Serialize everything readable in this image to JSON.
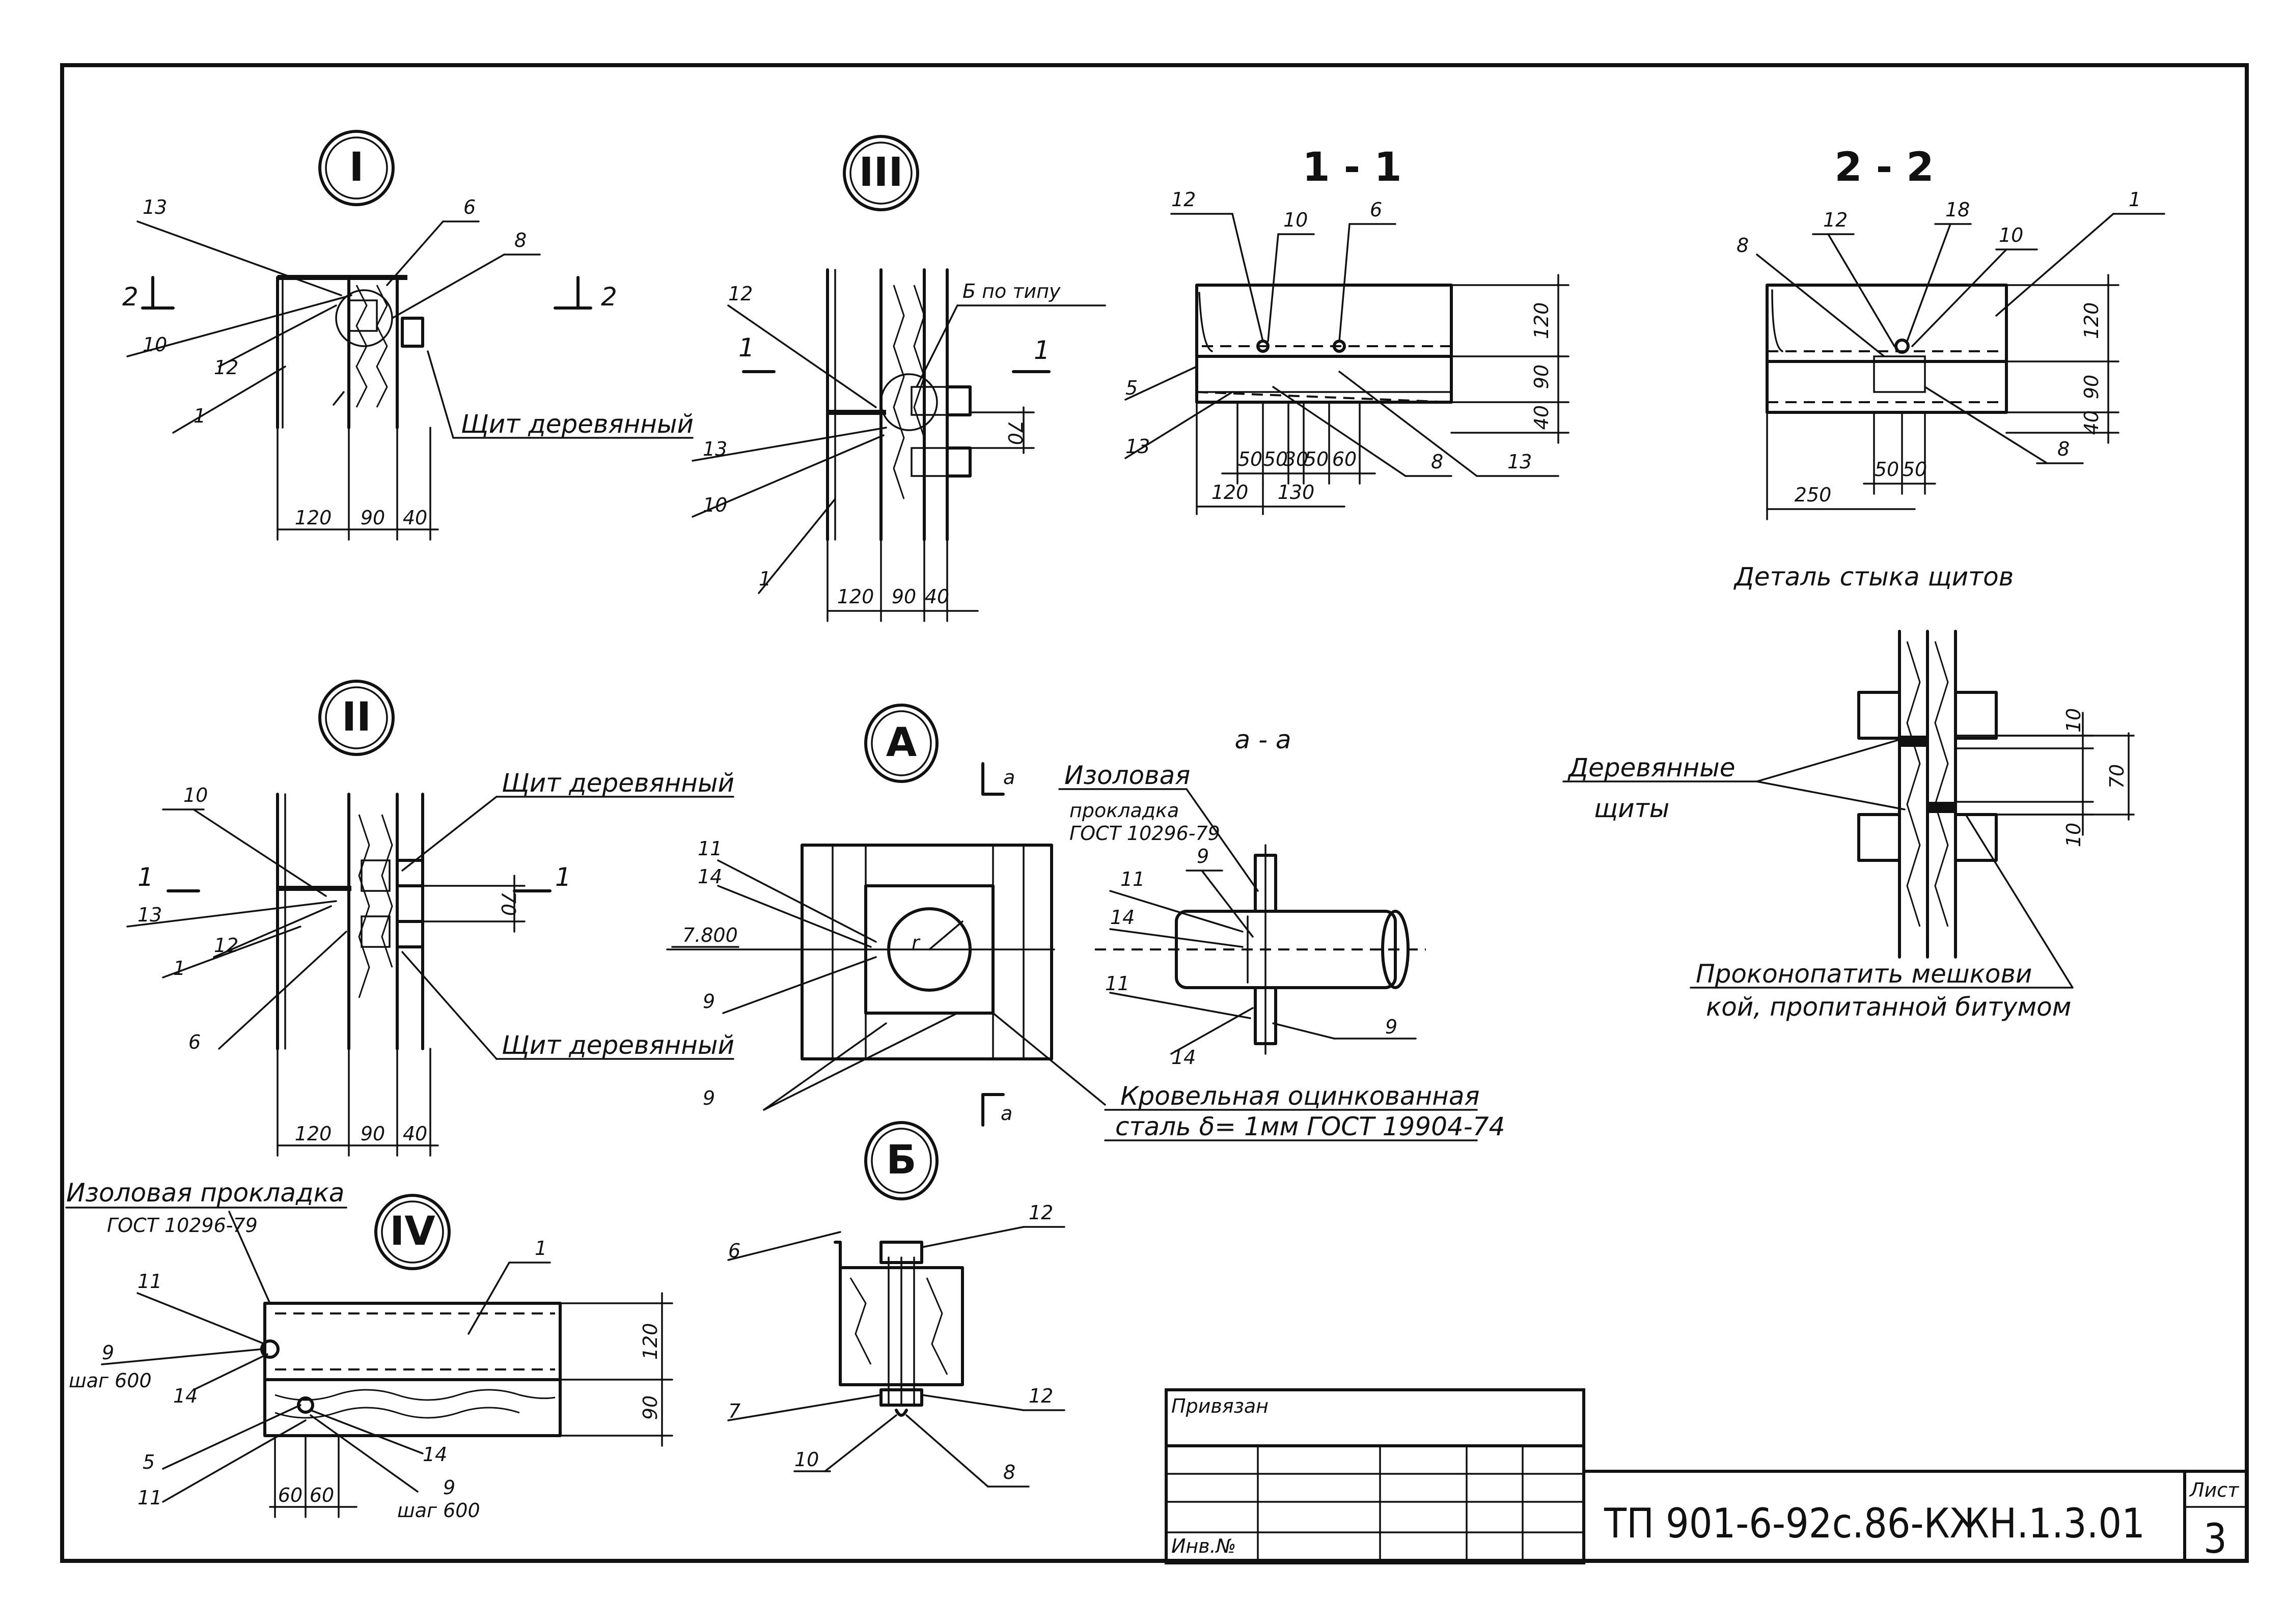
{
  "sheet": {
    "code": "ТП 901-6-92с.86-КЖН.1.3.01",
    "sheet_label": "Лист",
    "sheet_number": "3"
  },
  "title_block": {
    "linked": "Привязан",
    "inv": "Инв.№"
  },
  "views": {
    "I": {
      "label": "I",
      "dims": [
        "120",
        "90",
        "40"
      ],
      "callouts": [
        "13",
        "6",
        "8",
        "10",
        "12",
        "1"
      ],
      "section_marks": [
        "2",
        "2"
      ],
      "note": "Щит деревянный"
    },
    "III": {
      "label": "III",
      "dims": [
        "120",
        "90",
        "40"
      ],
      "callouts": [
        "12",
        "13",
        "10",
        "1"
      ],
      "note": "Б по типу",
      "section_marks": [
        "1",
        "1"
      ],
      "dim70": "70"
    },
    "II": {
      "label": "II",
      "dims": [
        "120",
        "90",
        "40"
      ],
      "callouts": [
        "10",
        "13",
        "12",
        "1",
        "6"
      ],
      "notes": [
        "Щит деревянный",
        "Щит деревянный"
      ],
      "section_marks": [
        "1",
        "1"
      ],
      "dim70": "70"
    },
    "IV": {
      "label": "IV",
      "dims": [
        "60",
        "60"
      ],
      "callouts": [
        "1",
        "11",
        "9",
        "14",
        "5",
        "11",
        "14",
        "9"
      ],
      "vert_dims": [
        "120",
        "90"
      ],
      "note": "Изоловая прокладка",
      "note2": "ГОСТ 10296-79",
      "step1": "шаг 600",
      "step2": "шаг 600"
    },
    "A": {
      "label": "А",
      "callouts": [
        "11",
        "14",
        "9",
        "9"
      ],
      "level": "7.800",
      "cut": "а",
      "note1": "Кровельная оцинкованная",
      "note2": "сталь δ= 1мм ГОСТ 19904-74"
    },
    "aa": {
      "label": "а - а",
      "callouts": [
        "9",
        "11",
        "14",
        "11",
        "14",
        "9"
      ],
      "note1": "Изоловая",
      "note2": "прокладка",
      "note3": "ГОСТ 10296-79"
    },
    "B": {
      "label": "Б",
      "callouts": [
        "6",
        "12",
        "7",
        "12",
        "10",
        "8"
      ]
    },
    "s11": {
      "label": "1 - 1",
      "callouts": [
        "12",
        "10",
        "6",
        "5",
        "13",
        "8",
        "13"
      ],
      "dims": [
        "50",
        "50",
        "30",
        "50",
        "60"
      ],
      "dims2": [
        "120",
        "130"
      ],
      "vert_dims": [
        "120",
        "90",
        "40"
      ]
    },
    "s22": {
      "label": "2 - 2",
      "callouts": [
        "8",
        "12",
        "18",
        "10",
        "1",
        "8"
      ],
      "dims": [
        "50",
        "50"
      ],
      "dim250": "250",
      "vert_dims": [
        "120",
        "90",
        "40"
      ]
    },
    "joint": {
      "title": "Деталь стыка щитов",
      "note1": "Деревянные",
      "note2": "щиты",
      "note3": "Проконопатить мешкови",
      "note4": "кой, пропитанной битумом",
      "dims": [
        "10",
        "70",
        "10"
      ]
    }
  }
}
